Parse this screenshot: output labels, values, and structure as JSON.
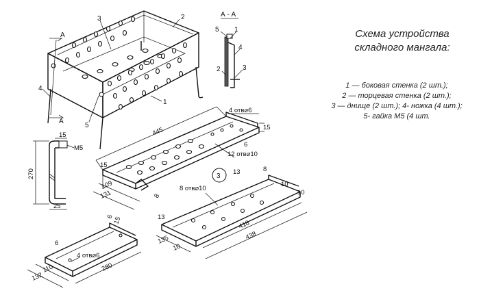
{
  "title": {
    "line1": "Схема устройства",
    "line2": "складного мангала:"
  },
  "legend": [
    "1 — боковая стенка (2 шт.);",
    "2 — торцевая стенка (2 шт.);",
    "3 — днище (2 шт.); 4- ножка (4 шт.);",
    "5- гайка М5 (4 шт."
  ],
  "labels": {
    "part1": "1",
    "part2": "2",
    "part3": "3",
    "part4": "4",
    "part5": "5",
    "section": "А - А",
    "cut_a_top": "А",
    "cut_a_bottom": "А",
    "sec_1": "1",
    "sec_2": "2",
    "sec_3": "3",
    "sec_4": "4",
    "sec_5": "5",
    "bottom_circle": "3"
  },
  "dimensions": {
    "side_length": "445",
    "side_holes": "4 отв⌀6",
    "side_15a": "15",
    "side_6": "6",
    "side_12holes": "12 отв⌀10",
    "side_15b": "15",
    "side_109": "109",
    "side_131": "131",
    "side_8": "8",
    "leg_15": "15",
    "leg_m5": "М5",
    "leg_270": "270",
    "leg_25": "25",
    "bottom_13a": "13",
    "bottom_8": "8",
    "bottom_8holes": "8 отв⌀10",
    "bottom_10a": "10",
    "bottom_10b": "10",
    "bottom_13b": "13",
    "bottom_418": "418",
    "bottom_438": "438",
    "bottom_135": "135",
    "bottom_10c": "10",
    "end_6a": "6",
    "end_15": "15",
    "end_6b": "6",
    "end_4holes": "4 отв⌀6",
    "end_110": "110",
    "end_132": "132",
    "end_280": "280"
  }
}
